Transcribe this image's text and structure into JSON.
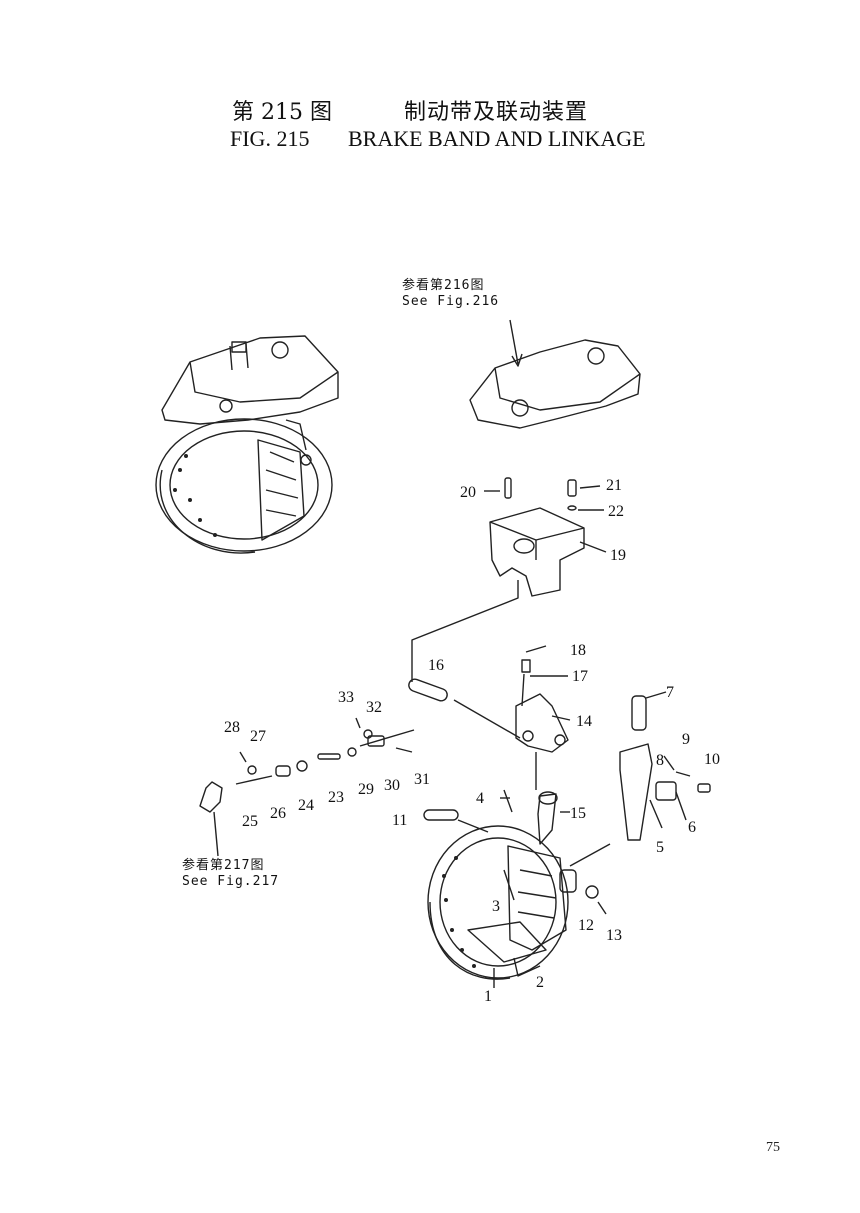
{
  "title": {
    "cn_number": "第 215 图",
    "cn_name": "制动带及联动装置",
    "en_number": "FIG. 215",
    "en_name": "BRAKE BAND AND LINKAGE"
  },
  "references": {
    "top_cn": "参看第216图",
    "top_en": "See Fig.216",
    "bottom_cn": "参看第217图",
    "bottom_en": "See Fig.217"
  },
  "callouts": [
    "1",
    "2",
    "3",
    "4",
    "5",
    "6",
    "7",
    "8",
    "9",
    "10",
    "11",
    "12",
    "13",
    "14",
    "15",
    "16",
    "17",
    "18",
    "19",
    "20",
    "21",
    "22",
    "23",
    "24",
    "25",
    "26",
    "27",
    "28",
    "29",
    "30",
    "31",
    "32",
    "33"
  ],
  "page_number": "75"
}
